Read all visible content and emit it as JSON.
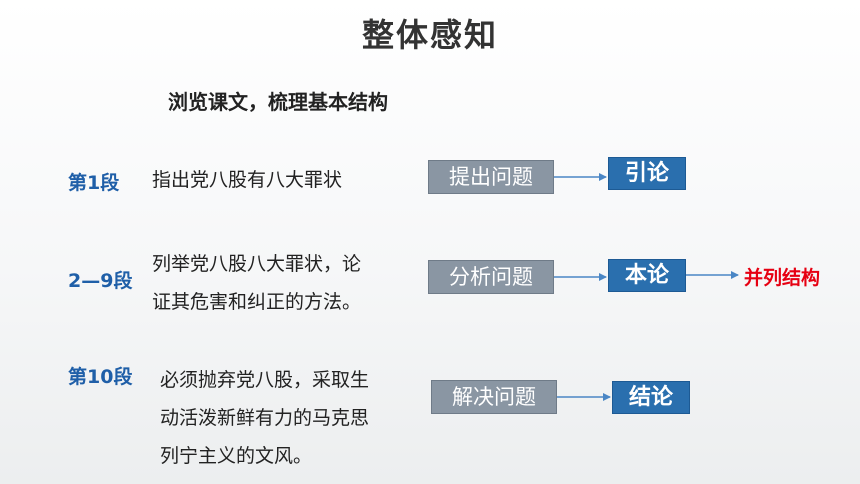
{
  "title": "整体感知",
  "subtitle": "浏览课文，梳理基本结构",
  "rows": [
    {
      "segment": "第1段",
      "description_lines": [
        "指出党八股有八大罪状"
      ],
      "step": "提出问题",
      "part": "引论"
    },
    {
      "segment": "2—9段",
      "description_lines": [
        "列举党八股八大罪状，论",
        "证其危害和纠正的方法。"
      ],
      "step": "分析问题",
      "part": "本论",
      "note": "并列结构"
    },
    {
      "segment": "第10段",
      "description_lines": [
        "必须抛弃党八股，采取生",
        "动活泼新鲜有力的马克思",
        "列宁主义的文风。"
      ],
      "step": "解决问题",
      "part": "结论"
    }
  ],
  "colors": {
    "segment": "#1f5fa8",
    "step_box": "#8a96a3",
    "part_box": "#2a6fae",
    "note": "#e60012",
    "arrow": "#4a86c5"
  }
}
